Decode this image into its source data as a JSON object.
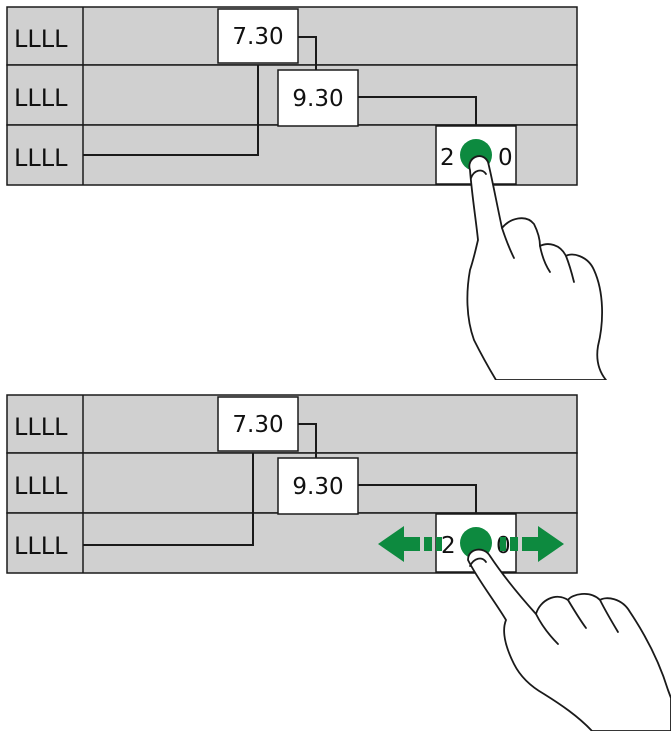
{
  "gantt": {
    "row_labels": [
      "LLLL",
      "LLLL",
      "LLLL"
    ],
    "task_values": [
      "7.30",
      "9.30",
      "2",
      "0"
    ]
  },
  "colors": {
    "row_fill": "#d0d0d0",
    "border": "#1a1a1a",
    "task_fill": "#ffffff",
    "touch_indicator": "#0d8a3f",
    "drag_arrow": "#0d8a3f"
  },
  "icons": {
    "hand": "pointing-hand-icon",
    "touch": "touch-point-icon",
    "drag": "double-arrow-icon"
  }
}
